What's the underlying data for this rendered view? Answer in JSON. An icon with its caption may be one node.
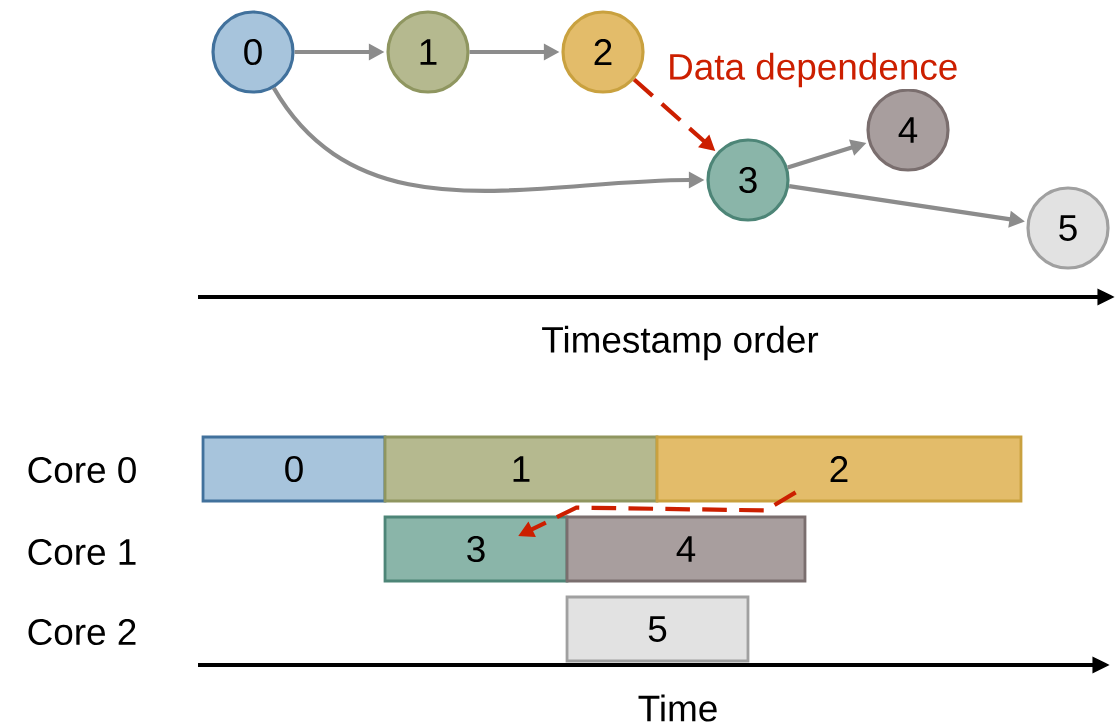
{
  "diagram": {
    "nodes": [
      {
        "text": [
          "0"
        ]
      },
      {
        "text": [
          "1"
        ]
      },
      {
        "text": [
          "2"
        ]
      },
      {
        "text": [
          "3"
        ]
      },
      {
        "text": [
          "4"
        ]
      },
      {
        "text": [
          "5"
        ]
      },
      {
        "text": [
          "0"
        ]
      },
      {
        "text": [
          "1"
        ]
      },
      {
        "text": [
          "2"
        ]
      },
      {
        "text": [
          "3"
        ]
      },
      {
        "text": [
          "4"
        ]
      },
      {
        "text": [
          "5"
        ]
      }
    ],
    "edges": [
      {
        "from": 0,
        "to": 1,
        "arrow": "to"
      },
      {
        "from": 1,
        "to": 2,
        "arrow": "to"
      },
      {
        "from": 2,
        "to": 3,
        "arrow": "to",
        "label": "Data dependence",
        "style": "dashed",
        "color": "#cc1f00"
      },
      {
        "from": 0,
        "to": 3,
        "arrow": "to"
      },
      {
        "from": 3,
        "to": 4,
        "arrow": "to"
      },
      {
        "from": 3,
        "to": 5,
        "arrow": "to"
      },
      {
        "from": 8,
        "to": 9,
        "arrow": "to",
        "style": "dashed",
        "color": "#cc1f00"
      }
    ],
    "labels": [
      "Timestamp order",
      "Core 0",
      "Core 1",
      "Core 2",
      "Time"
    ]
  }
}
